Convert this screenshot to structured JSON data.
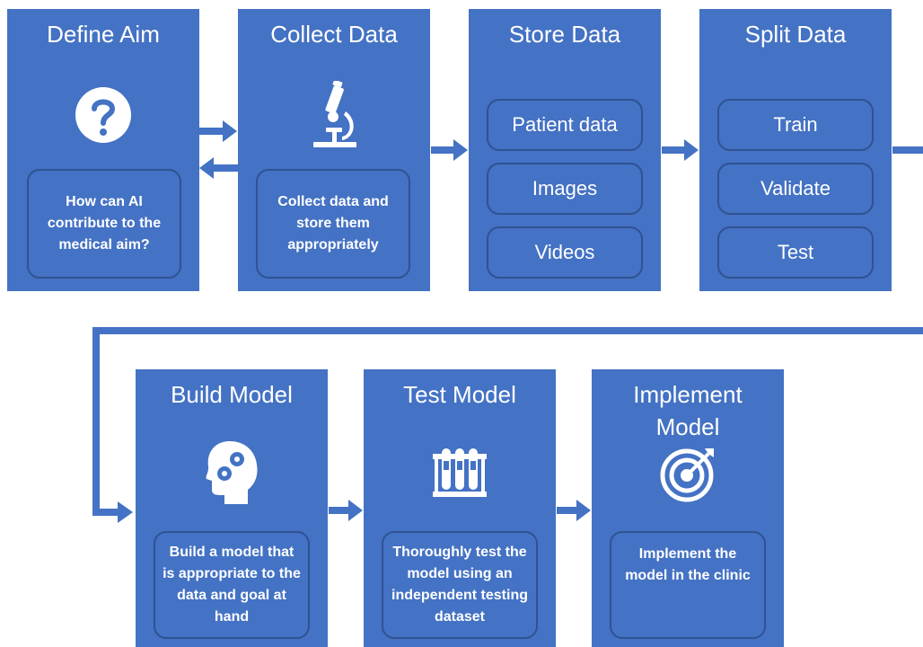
{
  "colors": {
    "box": "#4472C4",
    "inner_border": "#2F5291",
    "connector": "#4472C4",
    "text": "#ffffff"
  },
  "steps": [
    {
      "title": "Define Aim",
      "icon": "question-icon",
      "description": "How can AI contribute to the medical aim?"
    },
    {
      "title": "Collect Data",
      "icon": "microscope-icon",
      "description": "Collect data and store them appropriately"
    },
    {
      "title": "Store Data",
      "items": [
        "Patient data",
        "Images",
        "Videos"
      ]
    },
    {
      "title": "Split Data",
      "items": [
        "Train",
        "Validate",
        "Test"
      ]
    },
    {
      "title": "Build Model",
      "icon": "head-gears-icon",
      "description": "Build a model that is appropriate to the data and goal at hand"
    },
    {
      "title": "Test Model",
      "icon": "test-tubes-icon",
      "description": "Thoroughly test the model using an independent testing dataset"
    },
    {
      "title": "Implement Model",
      "icon": "target-icon",
      "description": "Implement the model in the clinic"
    }
  ]
}
